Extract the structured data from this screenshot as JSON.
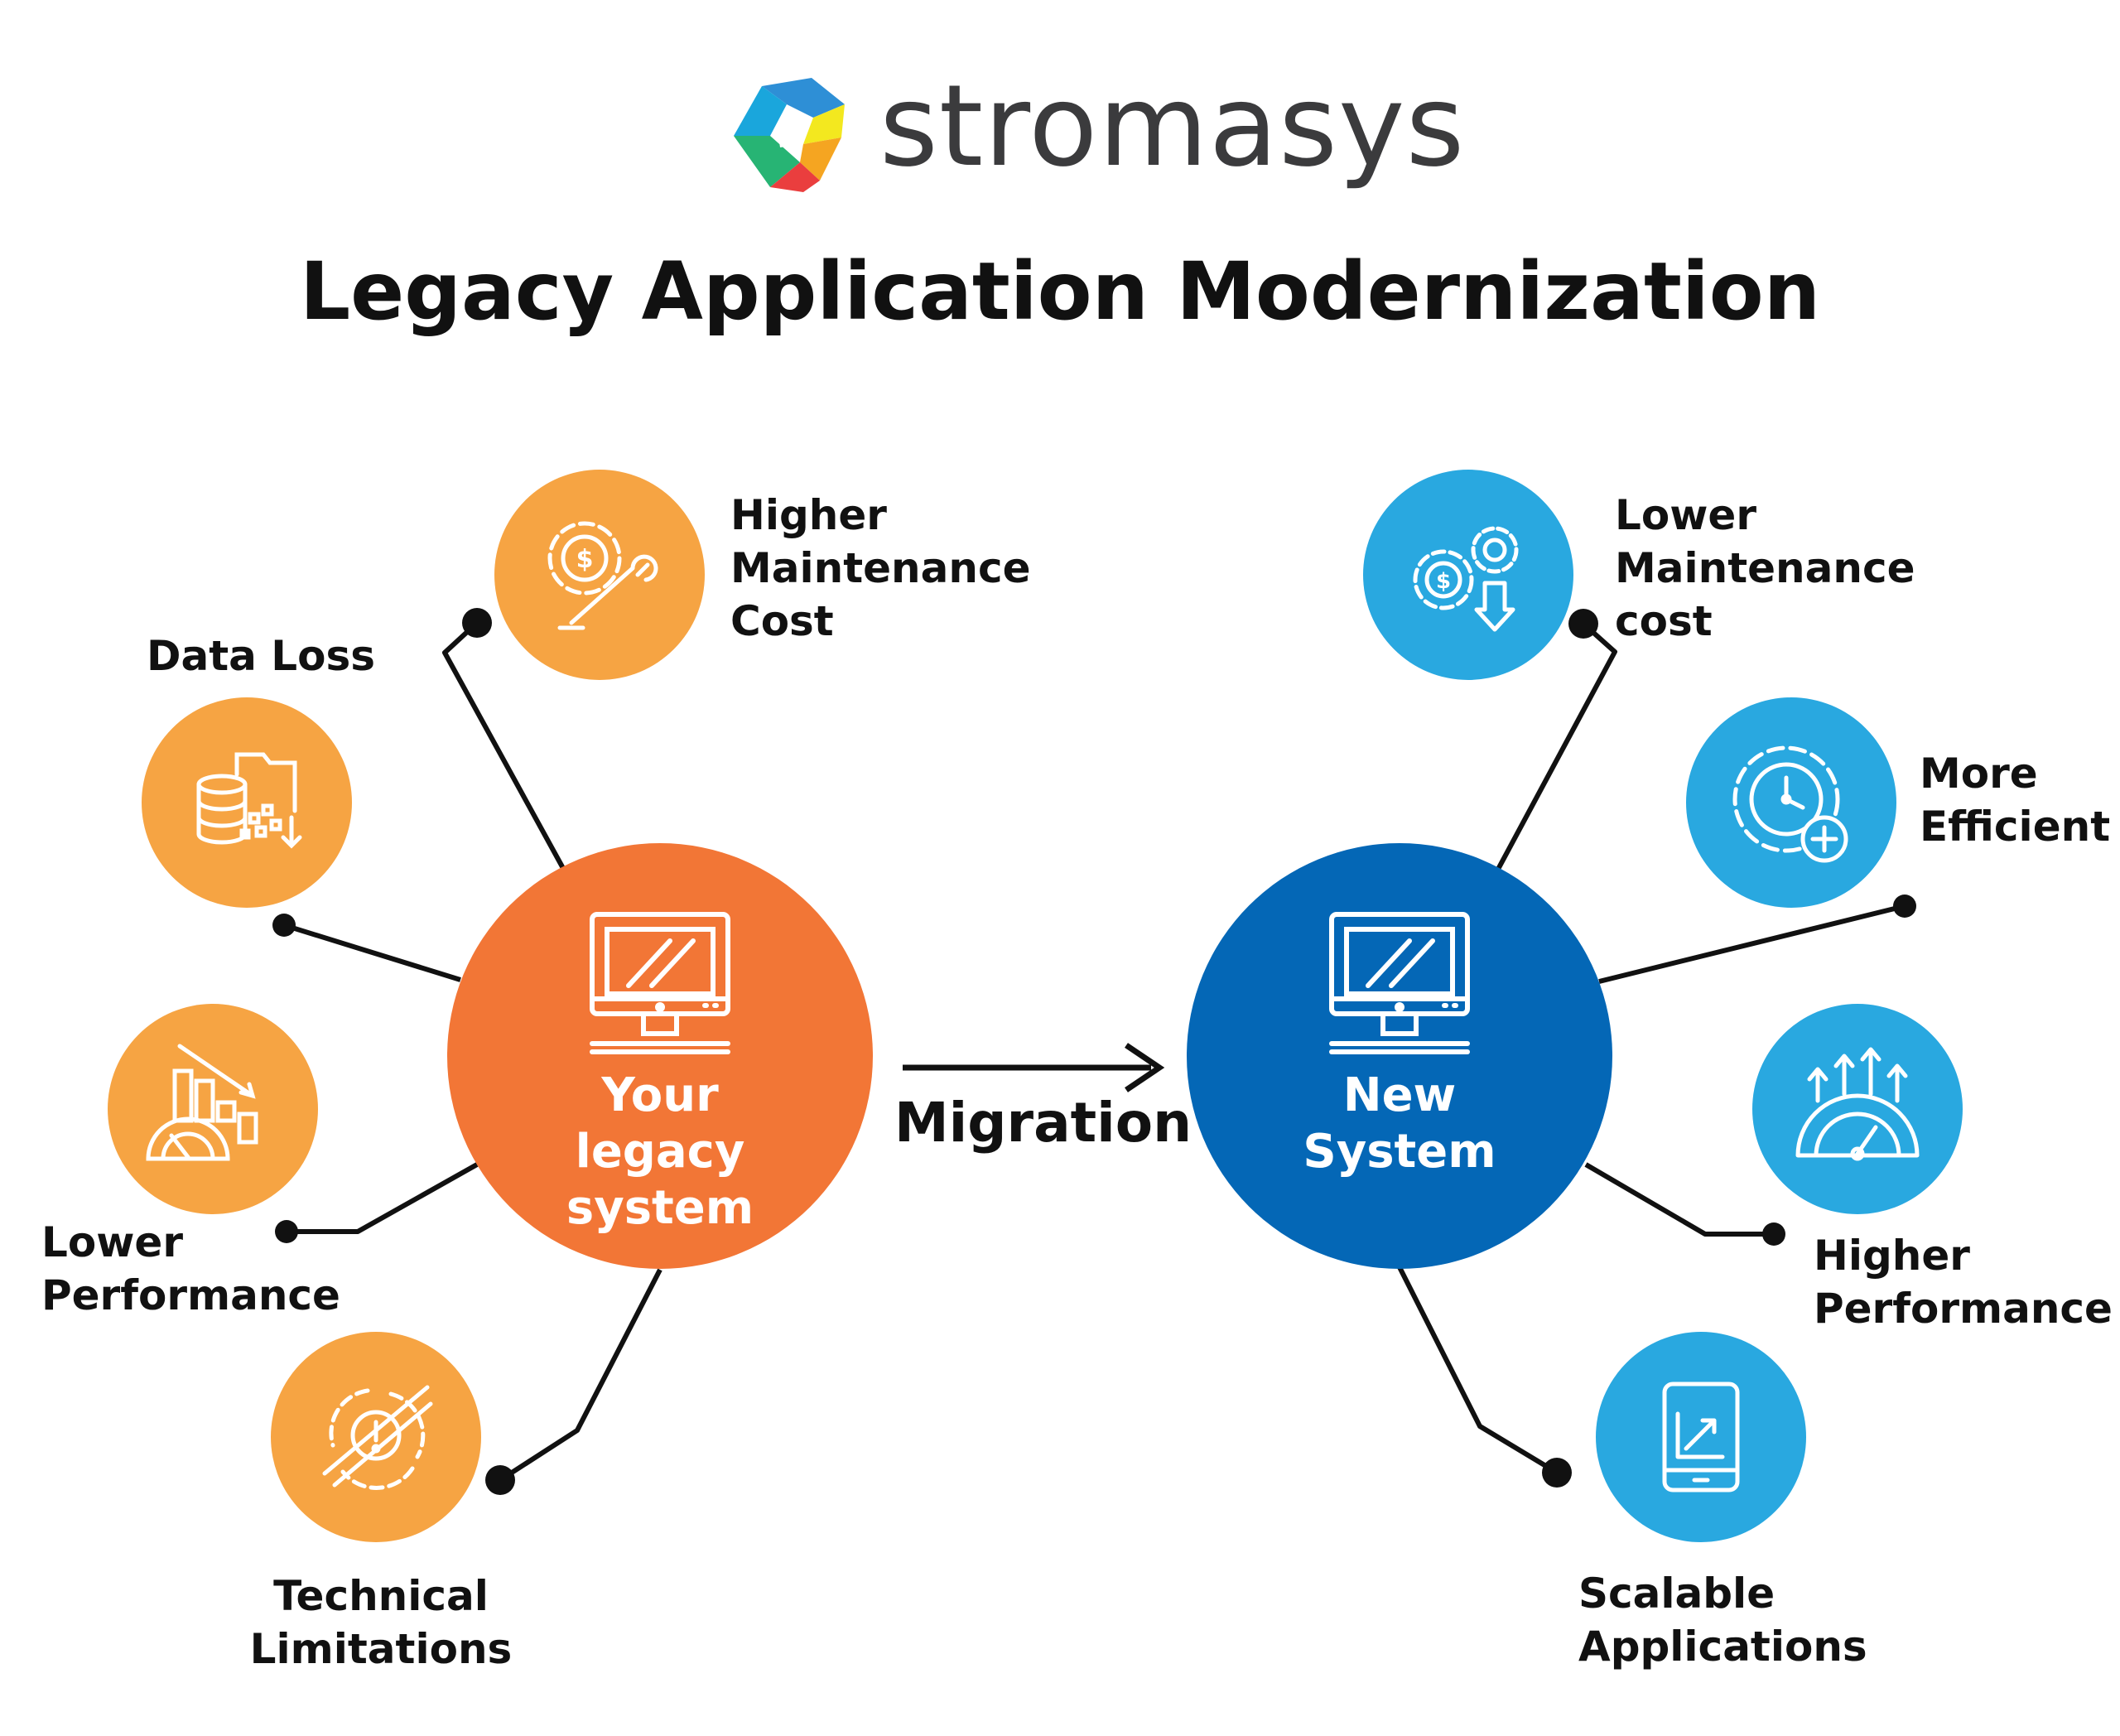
{
  "brand": {
    "name": "stromasys",
    "logo_icon": "stromasys-cube-logo"
  },
  "title": "Legacy Application Modernization",
  "legacy": {
    "hub_label": "Your\nlegacy system",
    "hub_icon": "monitor-icon",
    "color": "#f27636",
    "satellite_color": "#f6a443",
    "items": [
      {
        "label": "Higher\nMaintenance\nCost",
        "icon": "gear-dollar-wrench-icon"
      },
      {
        "label": "Data Loss",
        "icon": "database-folder-loss-icon"
      },
      {
        "label": "Lower\nPerformance",
        "icon": "gauge-declining-bars-icon"
      },
      {
        "label": "Technical\nLimitations",
        "icon": "broken-gear-warning-icon"
      }
    ]
  },
  "modern": {
    "hub_label": "New\nSystem",
    "hub_icon": "monitor-icon",
    "color": "#0467b6",
    "satellite_color": "#29a8e0",
    "items": [
      {
        "label": "Lower\nMaintenance\ncost",
        "icon": "gears-dollar-down-icon"
      },
      {
        "label": "More\nEfficient",
        "icon": "gear-clock-plus-icon"
      },
      {
        "label": "Higher\nPerformance",
        "icon": "gauge-rising-arrows-icon"
      },
      {
        "label": "Scalable\nApplications",
        "icon": "tablet-growth-icon"
      }
    ]
  },
  "migration_label": "Migration"
}
